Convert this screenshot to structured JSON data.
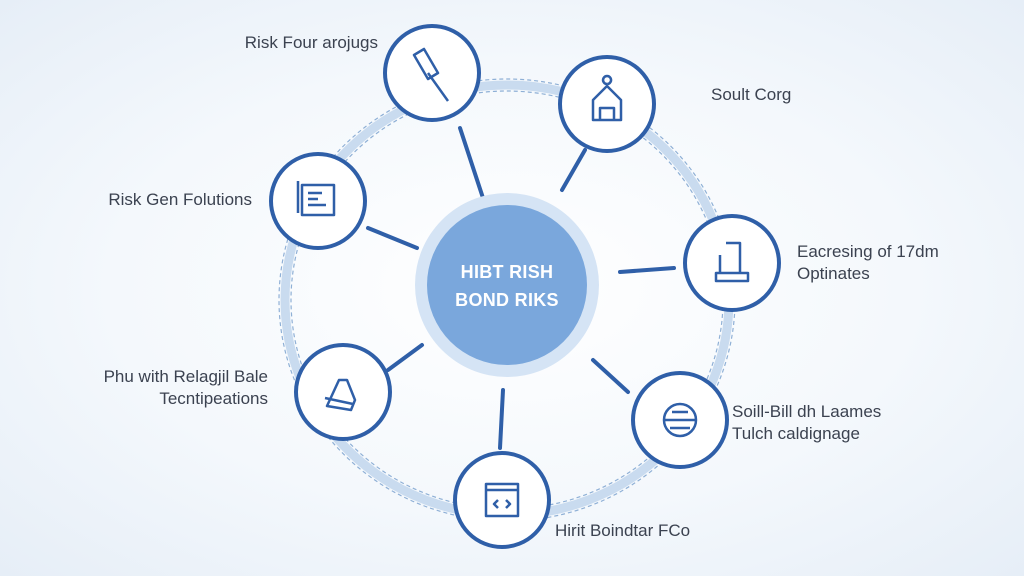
{
  "center": {
    "line1": "HIBT RISH",
    "line2": "BOND RIKS"
  },
  "nodes": [
    {
      "icon": "flash-drive-icon",
      "lines": [
        "Risk Four arojugs"
      ]
    },
    {
      "icon": "building-icon",
      "lines": [
        "Soult Corg"
      ]
    },
    {
      "icon": "document-icon",
      "lines": [
        "Risk Gen Folutions"
      ]
    },
    {
      "icon": "server-icon",
      "lines": [
        "Eacresing of 17dm",
        "Optinates"
      ]
    },
    {
      "icon": "bell-icon",
      "lines": [
        "Phu with Relagjil Bale",
        "Tecntipeations"
      ]
    },
    {
      "icon": "drive-icon",
      "lines": [
        "Soill-Bill dh Laames",
        "Tulch caldignage"
      ]
    },
    {
      "icon": "code-window-icon",
      "lines": [
        "Hirit Boindtar FCo"
      ]
    }
  ],
  "colors": {
    "accent": "#2f5fa8",
    "center": "#7aa7dc",
    "center_ring": "#cfe0f3"
  }
}
